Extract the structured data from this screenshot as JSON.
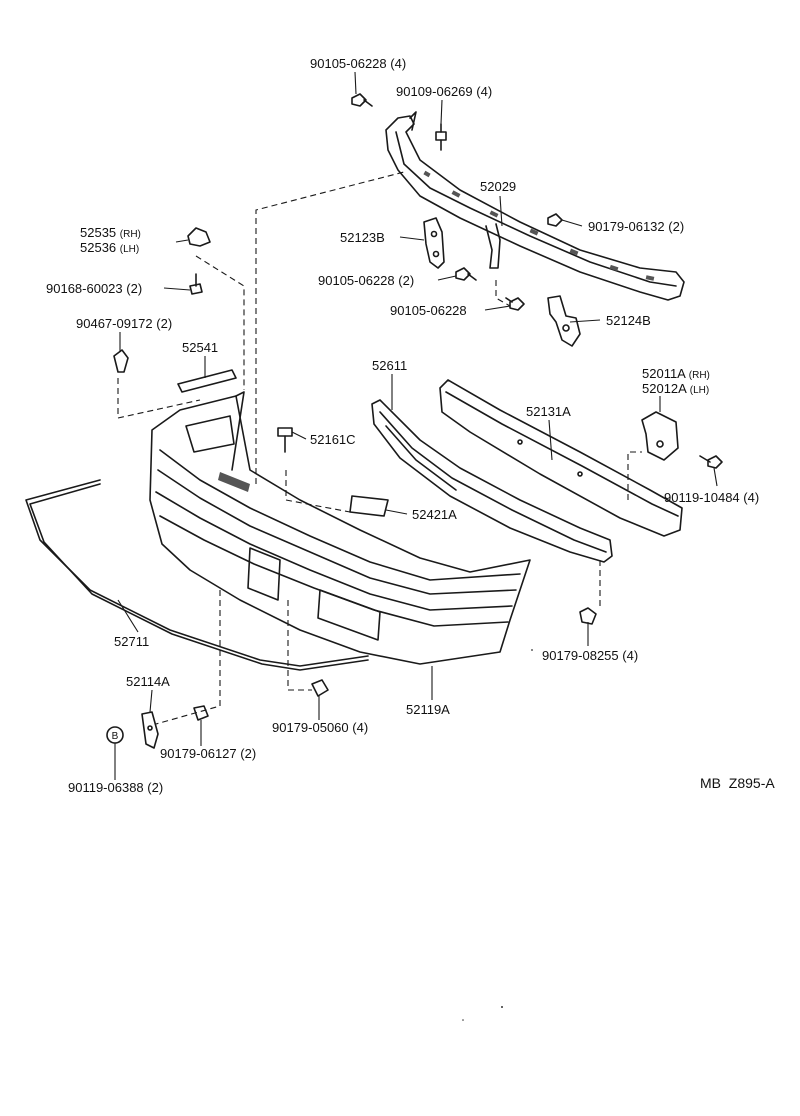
{
  "diagram_code": "MB  Z895-A",
  "marker_letter": "B",
  "parts": [
    {
      "id": "p-90105-06228-a",
      "number": "90105-06228",
      "qty": "(4)"
    },
    {
      "id": "p-90109-06269",
      "number": "90109-06269",
      "qty": "(4)"
    },
    {
      "id": "p-52029",
      "number": "52029",
      "qty": ""
    },
    {
      "id": "p-90179-06132",
      "number": "90179-06132",
      "qty": "(2)"
    },
    {
      "id": "p-52123b",
      "number": "52123B",
      "qty": ""
    },
    {
      "id": "p-90105-06228-b",
      "number": "90105-06228",
      "qty": "(2)"
    },
    {
      "id": "p-90105-06228-c",
      "number": "90105-06228",
      "qty": ""
    },
    {
      "id": "p-52124b",
      "number": "52124B",
      "qty": ""
    },
    {
      "id": "p-52535",
      "number": "52535",
      "qty": "(RH)"
    },
    {
      "id": "p-52536",
      "number": "52536",
      "qty": "(LH)"
    },
    {
      "id": "p-90168-60023",
      "number": "90168-60023",
      "qty": "(2)"
    },
    {
      "id": "p-90467-09172",
      "number": "90467-09172",
      "qty": "(2)"
    },
    {
      "id": "p-52541",
      "number": "52541",
      "qty": ""
    },
    {
      "id": "p-52611",
      "number": "52611",
      "qty": ""
    },
    {
      "id": "p-52131a",
      "number": "52131A",
      "qty": ""
    },
    {
      "id": "p-52011a",
      "number": "52011A",
      "qty": "(RH)"
    },
    {
      "id": "p-52012a",
      "number": "52012A",
      "qty": "(LH)"
    },
    {
      "id": "p-52161c",
      "number": "52161C",
      "qty": ""
    },
    {
      "id": "p-90119-10484",
      "number": "90119-10484",
      "qty": "(4)"
    },
    {
      "id": "p-52421a",
      "number": "52421A",
      "qty": ""
    },
    {
      "id": "p-52711",
      "number": "52711",
      "qty": ""
    },
    {
      "id": "p-90179-08255",
      "number": "90179-08255",
      "qty": "(4)"
    },
    {
      "id": "p-52114a",
      "number": "52114A",
      "qty": ""
    },
    {
      "id": "p-90179-05060",
      "number": "90179-05060",
      "qty": "(4)"
    },
    {
      "id": "p-52119a",
      "number": "52119A",
      "qty": ""
    },
    {
      "id": "p-90179-06127",
      "number": "90179-06127",
      "qty": "(2)"
    },
    {
      "id": "p-90119-06388",
      "number": "90119-06388",
      "qty": "(2)"
    }
  ]
}
